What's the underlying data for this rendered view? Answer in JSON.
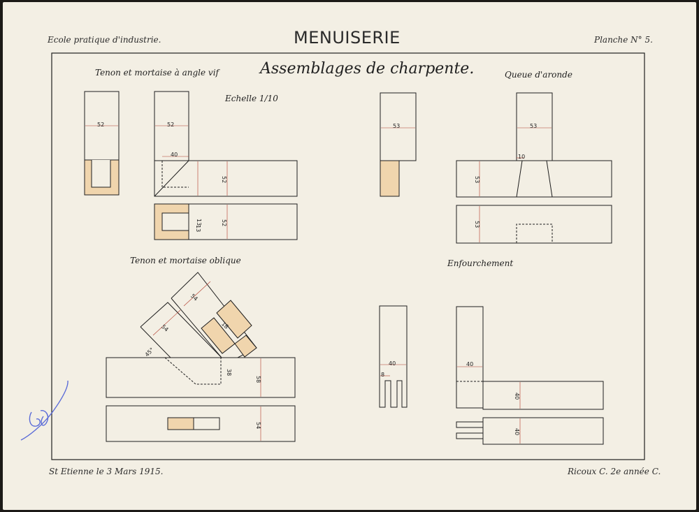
{
  "header": {
    "school": "Ecole pratique d'industrie.",
    "subject": "MENUISERIE",
    "plate": "Planche N° 5."
  },
  "drawing": {
    "title": "Assemblages de charpente.",
    "scale": "Echelle 1/10",
    "sections": {
      "tenon_angle_vif": "Tenon et mortaise à angle vif",
      "queue_aronde": "Queue d'aronde",
      "tenon_oblique": "Tenon et mortaise oblique",
      "enfourchement": "Enfourchement"
    },
    "dimensions": {
      "d52": "52",
      "d53": "53",
      "d40": "40",
      "d54": "54",
      "d58": "58",
      "d38": "38",
      "d10": "10",
      "d13": "13",
      "d18": "18",
      "d8": "8",
      "d_angle": "45°"
    },
    "colors": {
      "ink": "#1f1f1f",
      "wood_fill": "#f0d5ad",
      "paper": "#f3efe4",
      "dim_red": "#b23a2a",
      "stamp_blue": "#5a6bd8"
    }
  },
  "footer": {
    "date": "St Etienne le 3 Mars 1915.",
    "author": "Ricoux C. 2e année C."
  }
}
